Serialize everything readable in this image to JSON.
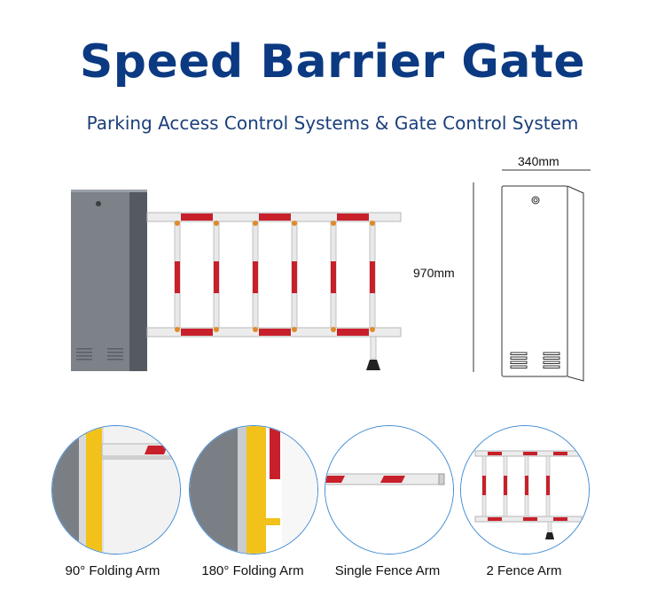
{
  "header": {
    "title": "Speed Barrier Gate",
    "subtitle": "Parking Access Control Systems & Gate Control System"
  },
  "dimensions": {
    "width_label": "340mm",
    "height_label": "970mm"
  },
  "variants": [
    {
      "caption": "90° Folding Arm"
    },
    {
      "caption": "180° Folding Arm"
    },
    {
      "caption": "Single Fence Arm"
    },
    {
      "caption": "2 Fence Arm"
    }
  ],
  "colors": {
    "title_blue": "#0b3a82",
    "stripe_red": "#c8202a",
    "cabinet_gray": "#7a7f86",
    "circle_border": "#3d8ad4",
    "arm_yellow": "#f2c21b"
  }
}
